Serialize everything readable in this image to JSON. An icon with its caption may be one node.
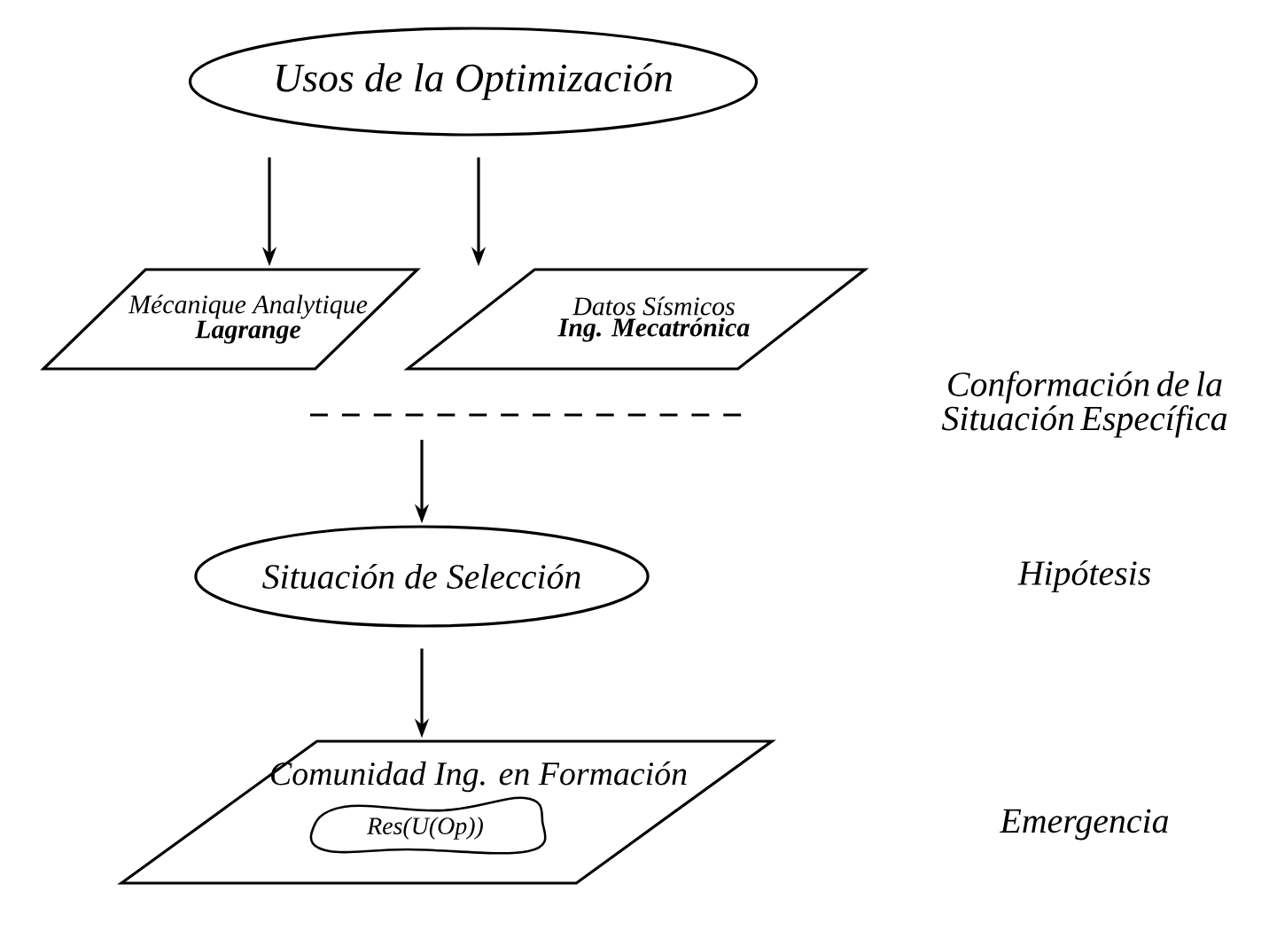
{
  "diagram": {
    "nodes": [
      {
        "text": [
          "Usos de la Optimización"
        ]
      },
      {
        "text": [
          "Mécanique Analytique",
          "Lagrange"
        ]
      },
      {
        "text": [
          "Datos Sísmicos",
          "Ing. Mecatrónica"
        ]
      },
      {
        "text": [
          "Situación de Selección"
        ]
      },
      {
        "text": [
          "Comunidad Ing. en Formación"
        ]
      },
      {
        "text": [
          "Res(U(Op))"
        ],
        "in": 4
      }
    ],
    "edges": [
      {
        "from": 0,
        "to": 1,
        "arrow": "to"
      },
      {
        "from": 0,
        "to": 2,
        "arrow": "to"
      },
      {
        "from": null,
        "to": 3,
        "arrow": "to"
      },
      {
        "from": 3,
        "to": 4,
        "arrow": "to"
      }
    ],
    "labels": [
      "Conformación de la Situación Específica",
      "Hipótesis",
      "Emergencia"
    ]
  }
}
